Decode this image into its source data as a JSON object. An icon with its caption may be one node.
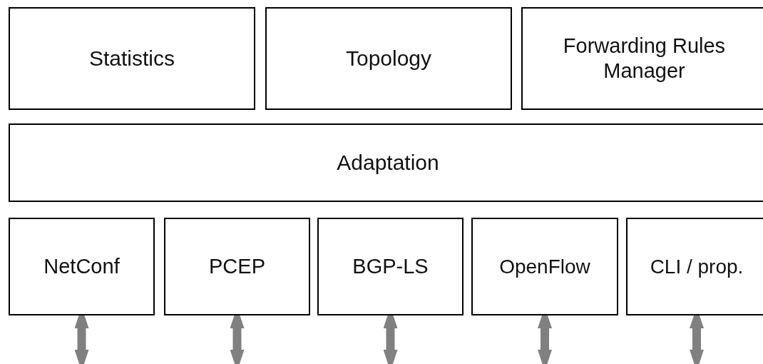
{
  "diagram": {
    "nodes": [
      {
        "text": [
          "Statistics"
        ]
      },
      {
        "text": [
          "Topology"
        ]
      },
      {
        "text": [
          "Forwarding Rules Manager"
        ]
      },
      {
        "text": [
          "Adaptation"
        ]
      },
      {
        "text": [
          "NetConf"
        ]
      },
      {
        "text": [
          "PCEP"
        ]
      },
      {
        "text": [
          "BGP-LS"
        ]
      },
      {
        "text": [
          "OpenFlow"
        ]
      },
      {
        "text": [
          "CLI / prop."
        ]
      }
    ],
    "edges": [
      {
        "from": 4,
        "to": null,
        "arrow": "both"
      },
      {
        "from": 5,
        "to": null,
        "arrow": "both"
      },
      {
        "from": 6,
        "to": null,
        "arrow": "both"
      },
      {
        "from": 7,
        "to": null,
        "arrow": "both"
      },
      {
        "from": 8,
        "to": null,
        "arrow": "both"
      }
    ]
  }
}
